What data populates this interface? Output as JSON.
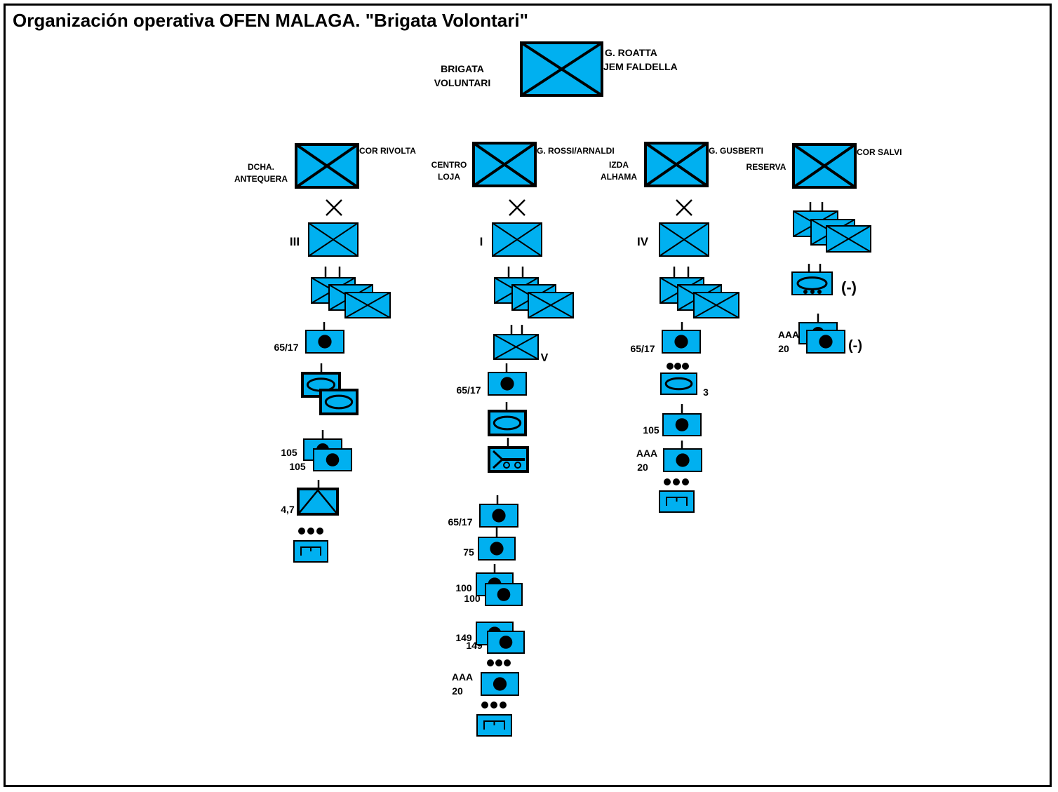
{
  "title": "Organización operativa OFEN MALAGA. \"Brigata Volontari\"",
  "colors": {
    "unit_fill": "#00b0f0",
    "stroke": "#000000"
  },
  "hq": {
    "name_lines": [
      "BRIGATA",
      "VOLUNTARI"
    ],
    "commander_lines": [
      "G. ROATTA",
      "JEM FALDELLA"
    ]
  },
  "groups": [
    {
      "id": "right",
      "name_lines": [
        "DCHA.",
        "ANTEQUERA"
      ],
      "commander": "COR RIVOLTA"
    },
    {
      "id": "center",
      "name_lines": [
        "CENTRO",
        "LOJA"
      ],
      "commander": "G. ROSSI/ARNALDI"
    },
    {
      "id": "left",
      "name_lines": [
        "IZDA",
        "ALHAMA"
      ],
      "commander": "G. GUSBERTI"
    },
    {
      "id": "reserve",
      "name_lines": [
        "RESERVA"
      ],
      "commander": "COR SALVI"
    }
  ],
  "brigades": [
    "III",
    "I",
    "IV"
  ],
  "unit_labels": {
    "right": {
      "art1": "65/17",
      "art2a": "105",
      "art2b": "105",
      "at": "4,7"
    },
    "center": {
      "regt": "V",
      "art1": "65/17",
      "art2": "65/17",
      "art3": "75",
      "art4a": "100",
      "art4b": "100",
      "art5a": "149",
      "art5b": "149",
      "aaa1": "AAA",
      "aaa2": "20"
    },
    "left": {
      "art1": "65/17",
      "tank_count": "3",
      "art2": "105",
      "aaa1": "AAA",
      "aaa2": "20"
    },
    "reserve": {
      "reduced1": "(-)",
      "reduced2": "(-)",
      "aaa1": "AAA",
      "aaa2": "20"
    }
  }
}
